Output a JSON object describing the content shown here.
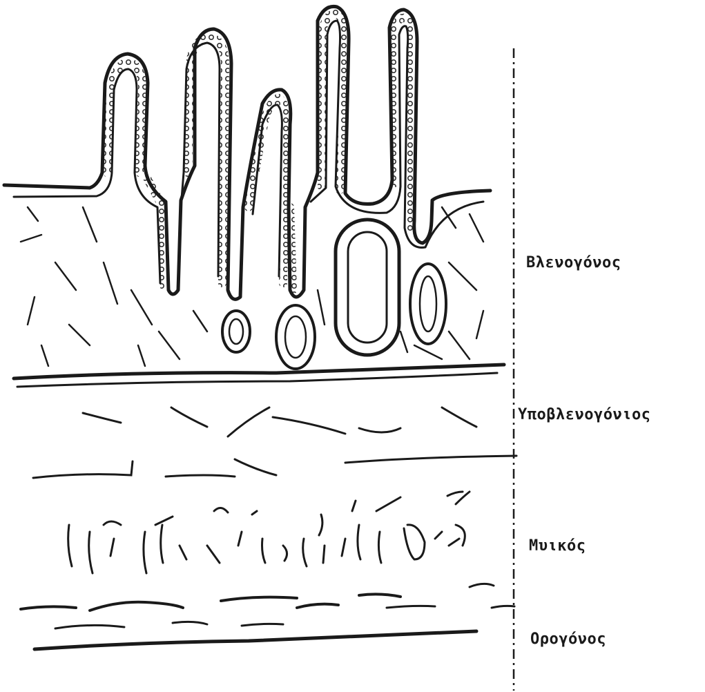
{
  "layers": [
    {
      "id": "mucosa",
      "label": "Βλενογόνος"
    },
    {
      "id": "submucosa",
      "label": "Υποβλενογόνιος"
    },
    {
      "id": "muscularis",
      "label": "Μυικός"
    },
    {
      "id": "serosa",
      "label": "Ορογόνος"
    }
  ],
  "colors": {
    "ink": "#1a1a1a",
    "background": "#ffffff"
  }
}
